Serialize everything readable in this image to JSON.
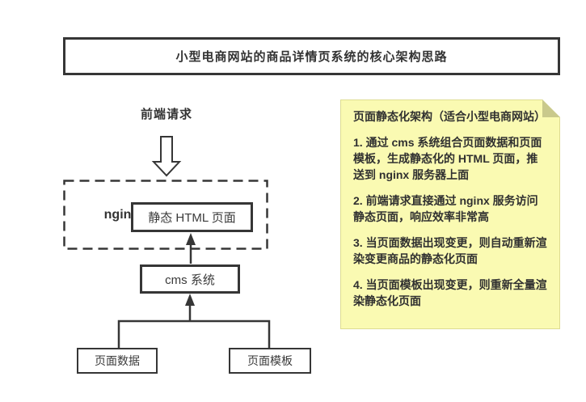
{
  "title": "小型电商网站的商品详情页系统的核心架构思路",
  "diagram": {
    "frontend_request": "前端请求",
    "nginx": "nginx",
    "static_html": "静态 HTML 页面",
    "cms": "cms 系统",
    "page_data": "页面数据",
    "page_template": "页面模板"
  },
  "note": {
    "title": "页面静态化架构（适合小型电商网站）",
    "items": [
      "1. 通过 cms 系统组合页面数据和页面模板，生成静态化的 HTML 页面，推送到 nginx 服务器上面",
      "2. 前端请求直接通过 nginx 服务访问静态页面，响应效率非常高",
      "3. 当页面数据出现变更，则自动重新渲染变更商品的静态化页面",
      "4. 当页面模板出现变更，则重新全量渲染静态化页面"
    ]
  },
  "colors": {
    "line": "#363636",
    "note_background": "#fafab2",
    "note_fold": "#c9c98c",
    "background": "#ffffff"
  }
}
